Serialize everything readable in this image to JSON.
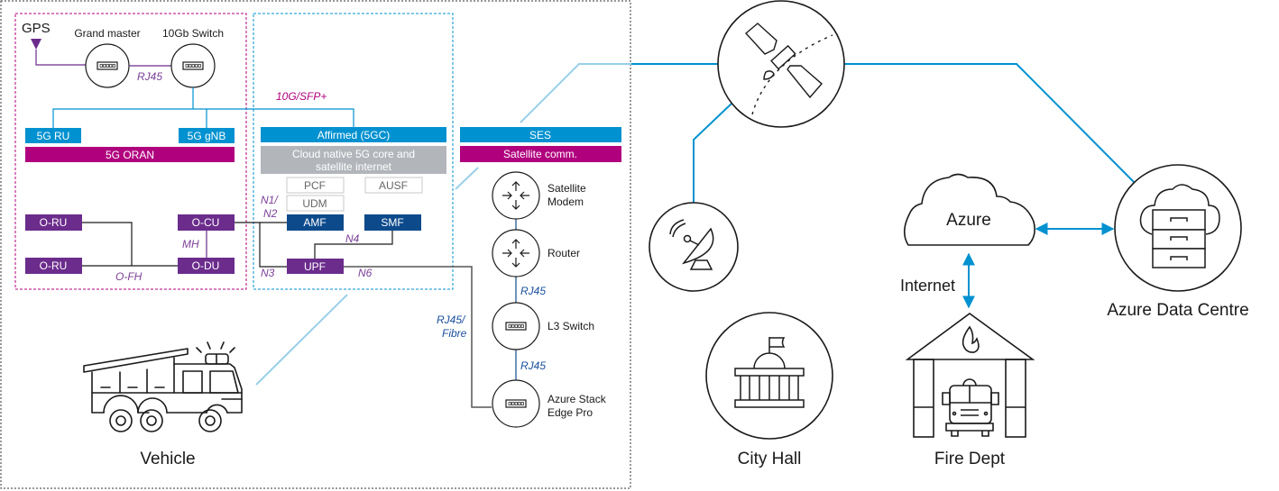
{
  "colors": {
    "blue": "#0091d0",
    "light_blue": "#99cfe8",
    "magenta": "#b0007e",
    "purple": "#6b2c8c",
    "navy": "#0d4a8c",
    "gray": "#b2b6bb",
    "black": "#1a1a1a"
  },
  "vehicle_zone": {
    "label": "Vehicle",
    "oran": {
      "gps_label": "GPS",
      "grand_master_label": "Grand master",
      "switch_label": "10Gb Switch",
      "rj45_label": "RJ45",
      "ru_label": "5G RU",
      "gnb_label": "5G gNB",
      "oran_label": "5G ORAN",
      "oru_top": "O-RU",
      "oru_bottom": "O-RU",
      "ocu": "O-CU",
      "odu": "O-DU",
      "mh_label": "MH",
      "ofh_label": "O-FH"
    },
    "core": {
      "link_label": "10G/SFP+",
      "affirmed_label": "Affirmed (5GC)",
      "cloud_native_line1": "Cloud native 5G core and",
      "cloud_native_line2": "satellite internet",
      "pcf": "PCF",
      "ausf": "AUSF",
      "udm": "UDM",
      "amf": "AMF",
      "smf": "SMF",
      "upf": "UPF",
      "n1n2_line1": "N1/",
      "n1n2_line2": "N2",
      "n4": "N4",
      "n3": "N3",
      "n6": "N6"
    },
    "satellite": {
      "ses_label": "SES",
      "sat_comm_label": "Satellite comm.",
      "modem_line1": "Satellite",
      "modem_line2": "Modem",
      "router_label": "Router",
      "rj45_a": "RJ45",
      "l3_switch_label": "L3 Switch",
      "rj45_b": "RJ45",
      "rj45_fibre_line1": "RJ45/",
      "rj45_fibre_line2": "Fibre",
      "ase_line1": "Azure Stack",
      "ase_line2": "Edge Pro"
    }
  },
  "right_side": {
    "city_hall_label": "City Hall",
    "azure_label": "Azure",
    "internet_label": "Internet",
    "fire_dept_label": "Fire Dept",
    "adc_label": "Azure Data Centre"
  }
}
